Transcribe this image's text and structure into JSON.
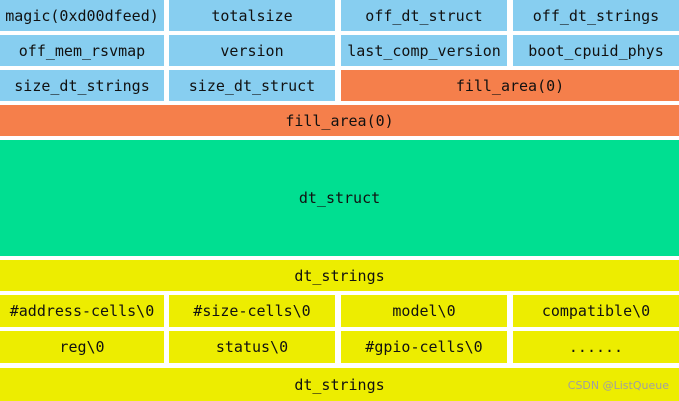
{
  "header": {
    "row1": [
      "magic(0xd00dfeed)",
      "totalsize",
      "off_dt_struct",
      "off_dt_strings"
    ],
    "row2": [
      "off_mem_rsvmap",
      "version",
      "last_comp_version",
      "boot_cpuid_phys"
    ],
    "row3": [
      "size_dt_strings",
      "size_dt_struct",
      "fill_area(0)"
    ]
  },
  "fill_area": "fill_area(0)",
  "dt_struct": "dt_struct",
  "dt_strings": "dt_strings",
  "strings_table": {
    "row1": [
      "#address-cells\\0",
      "#size-cells\\0",
      "model\\0",
      "compatible\\0"
    ],
    "row2": [
      "reg\\0",
      "status\\0",
      "#gpio-cells\\0",
      "......"
    ]
  },
  "dt_strings_end": "dt_strings",
  "watermark": "CSDN @ListQueue",
  "colors": {
    "header": "#87cef0",
    "fill_area": "#f57f4b",
    "dt_struct": "#00df91",
    "dt_strings": "#eded00"
  }
}
